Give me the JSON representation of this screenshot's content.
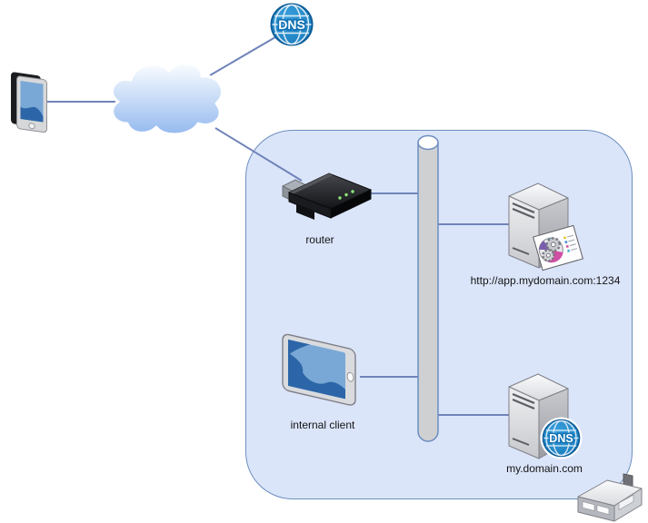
{
  "labels": {
    "router": "router",
    "internal_client": "internal client",
    "app_server_url": "http://app.mydomain.com:1234",
    "dns_server_host": "my.domain.com"
  },
  "icons": {
    "external_dns_text": "DNS",
    "server_dns_badge_text": "DNS"
  },
  "colors": {
    "network_zone_fill": "#dbe5fa",
    "network_zone_stroke": "#6c8ebf",
    "edge_stroke": "#7083b9",
    "label_color": "#141414",
    "dns_blue_light": "#3ba2de",
    "dns_blue_dark": "#1272b4",
    "cloud_top": "#fbfdff",
    "cloud_bottom": "#95baef",
    "screen_blue_light": "#79a8d6",
    "screen_blue_dark": "#2c66a8"
  }
}
